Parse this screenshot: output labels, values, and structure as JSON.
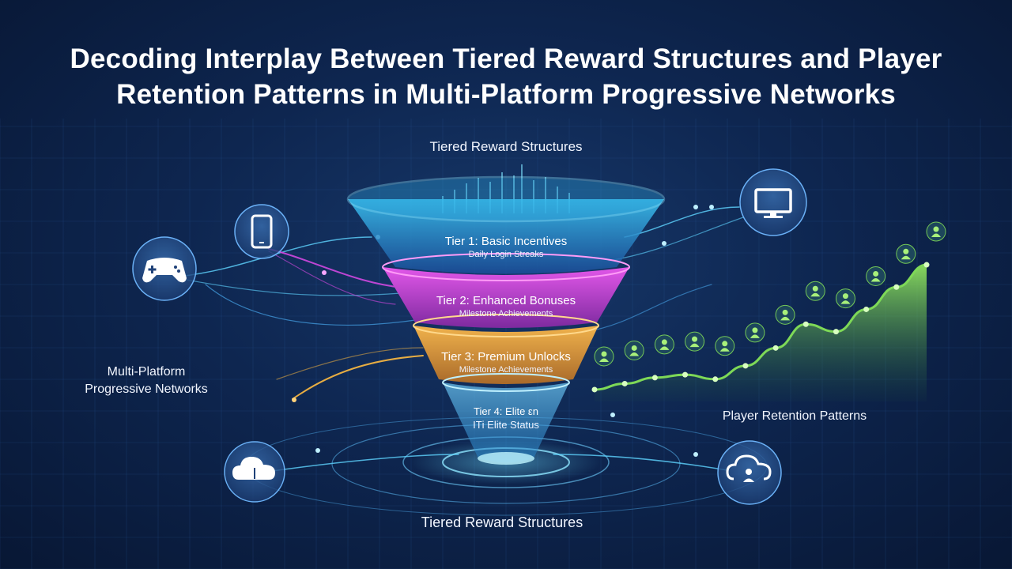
{
  "title": {
    "line1": "Decoding Interplay Between Tiered Reward Structures and Player",
    "line2": "Retention Patterns in Multi-Platform Progressive Networks"
  },
  "labels": {
    "top": "Tiered Reward Structures",
    "bottom": "Tiered Reward Structures",
    "left_line1": "Multi-Platform",
    "left_line2": "Progressive Networks",
    "right": "Player Retention Patterns"
  },
  "tiers": [
    {
      "title": "Tier 1: Basic Incentives",
      "subtitle": "Daily Login Streaks",
      "color": "#2fb6ea"
    },
    {
      "title": "Tier 2: Enhanced Bonuses",
      "subtitle": "Milestone Achievements",
      "color": "#c437c8"
    },
    {
      "title": "Tier 3: Premium Unlocks",
      "subtitle": "Milestone Achievements",
      "color": "#e0a43a"
    },
    {
      "title": "Tier 4: Elite εn",
      "subtitle": "ІΤi Elite Status",
      "color": "#7fd6ff"
    }
  ],
  "platform_icons": [
    "game-controller-icon",
    "smartphone-icon",
    "monitor-icon",
    "cloud-icon",
    "cloud-user-icon"
  ],
  "retention_chart": {
    "values": [
      0.08,
      0.12,
      0.16,
      0.18,
      0.15,
      0.24,
      0.36,
      0.52,
      0.47,
      0.62,
      0.77,
      0.92
    ],
    "color": "#7ed957",
    "user_icon": "user-icon"
  },
  "colors": {
    "background": "#0e2650",
    "accent_cyan": "#5fd4ff",
    "accent_magenta": "#d048e0",
    "accent_gold": "#ffbb40",
    "accent_green": "#7ed957"
  }
}
